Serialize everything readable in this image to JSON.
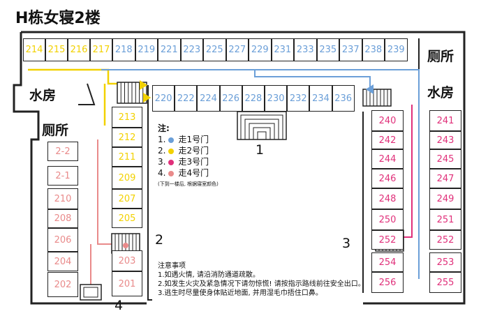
{
  "title": "H栋女寝2楼",
  "colors": {
    "blue": "#6b9fd8",
    "yellow": "#f2d100",
    "magenta": "#e0307a",
    "salmon": "#e98a8a"
  },
  "top_left_rooms": [
    "214",
    "215",
    "216",
    "217"
  ],
  "top_blue_rooms": [
    "218",
    "219",
    "221",
    "223",
    "225",
    "227",
    "229",
    "231",
    "233",
    "235",
    "237",
    "238",
    "239"
  ],
  "mid_blue_rooms": [
    "220",
    "222",
    "224",
    "226",
    "228",
    "230",
    "232",
    "234",
    "236"
  ],
  "left_outer_rooms": [
    "2-2",
    "2-1",
    "210",
    "208",
    "206",
    "204",
    "202"
  ],
  "left_inner_rooms": [
    "213",
    "212",
    "211",
    "209",
    "207",
    "205",
    "203",
    "201"
  ],
  "left_inner_colors": [
    "yellow",
    "yellow",
    "yellow",
    "yellow",
    "yellow",
    "yellow",
    "salmon",
    "salmon"
  ],
  "left_outer_colors": [
    "salmon",
    "salmon",
    "salmon",
    "salmon",
    "salmon",
    "salmon",
    "salmon"
  ],
  "right_inner_rooms": [
    "240",
    "242",
    "244",
    "246",
    "248",
    "250",
    "252",
    "254",
    "256"
  ],
  "right_outer_rooms": [
    "241",
    "243",
    "245",
    "247",
    "249",
    "251",
    "252",
    "253",
    "255"
  ],
  "labels": {
    "water_left": "水房",
    "toilet_left": "厕所",
    "toilet_right": "厕所",
    "water_right": "水房"
  },
  "doors": {
    "d1": "1",
    "d2": "2",
    "d3": "3",
    "d4": "4"
  },
  "legend": {
    "head": "注:",
    "items": [
      {
        "n": "1.",
        "text": "走1号门",
        "color": "blue"
      },
      {
        "n": "2.",
        "text": "走2号门",
        "color": "yellow"
      },
      {
        "n": "3.",
        "text": "走3号门",
        "color": "magenta"
      },
      {
        "n": "4.",
        "text": "走4号门",
        "color": "salmon"
      }
    ],
    "sub": "(下到一楼后, 根据寝室颜色)"
  },
  "notes": {
    "head": "注意事项",
    "lines": [
      "1.如遇火情, 请沿消防通道疏散。",
      "2.如发生火灾及紧急情况下请勿惊慌! 请按指示路线前往安全出口。",
      "3.逃生时尽量使身体贴近地面, 并用湿毛巾捂住口鼻。"
    ]
  }
}
